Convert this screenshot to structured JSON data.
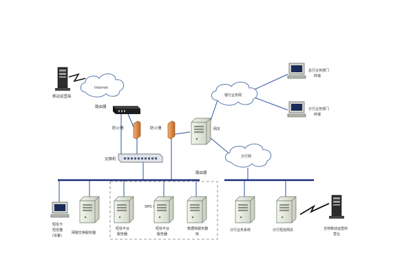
{
  "colors": {
    "line": "#2a4fa0",
    "bus": "#1a2d7a",
    "firewall": "#d9813a",
    "server": "#e9ece3",
    "server_dark": "#8e948a",
    "cloud_stroke": "#5577aa",
    "text": "#333333"
  },
  "labels": {
    "mobile_terminal": "移动运营商",
    "internet": "Internet",
    "router_top": "路由器",
    "firewall_left": "防火墙",
    "firewall_right": "防火墙",
    "switch": "交换机",
    "bank_net": "银行业务网",
    "head_office_terminal": [
      "总行业务部门",
      "终端"
    ],
    "branch_terminal": [
      "分行业务部门",
      "终端"
    ],
    "gateway_server": "网关",
    "branch_net": "分行网",
    "router_mid": "路由器",
    "sms_center": "SMS 中心",
    "sms_device": [
      "短信卡",
      "短信猫",
      "(设备)"
    ],
    "exchange_server": "网银交换服务器",
    "platform_server_1": [
      "短信平台",
      "服务器"
    ],
    "platform_server_2": [
      "短信平台",
      "服务器"
    ],
    "db_server": [
      "数据库服务器",
      "库"
    ],
    "branch_business": "分行业务系统",
    "branch_gateway": "分行短信网关",
    "remote_terminal": [
      "当地移动运营商",
      "营业"
    ]
  }
}
